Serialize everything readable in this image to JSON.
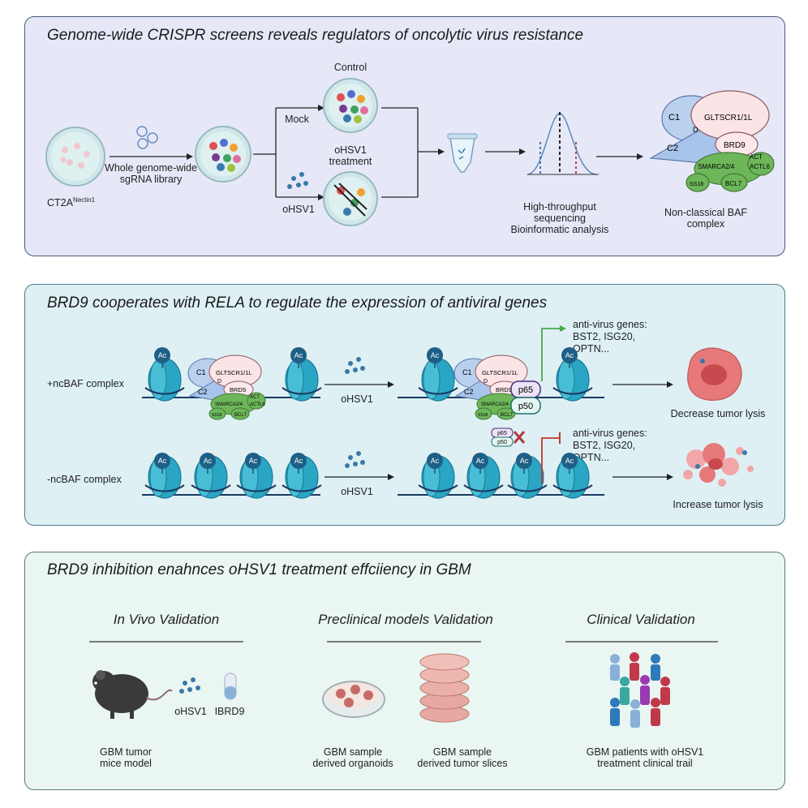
{
  "panel1": {
    "title": "Genome-wide CRISPR screens reveals regulators of  oncolytic virus resistance",
    "cell_line": "CT2A",
    "cell_line_sup": "Nectin1",
    "library_line1": "Whole genome-wide",
    "library_line2": "sgRNA library",
    "control": "Control",
    "mock": "Mock",
    "treatment_line1": "oHSV1",
    "treatment_line2": "treatment",
    "ohsv1": "oHSV1",
    "seq_line1": "High-throughput",
    "seq_line2": "sequencing",
    "seq_line3": "Bioinformatic analysis",
    "complex_line1": "Non-classical BAF",
    "complex_line2": "complex"
  },
  "complex_labels": {
    "c1": "C1",
    "c2": "C2",
    "d": "D",
    "gltscr": "GLTSCR1/1L",
    "brd9": "BRD9",
    "smarca": "SMARCA2/4",
    "act": "ACT",
    "actl6": "ACTL6",
    "ss18": "SS18",
    "bcl7": "BCL7"
  },
  "panel2": {
    "title": "BRD9 cooperates with RELA to regulate the expression of  antiviral genes",
    "plus_complex": "+ncBAF complex",
    "minus_complex": "-ncBAF complex",
    "ohsv1": "oHSV1",
    "ac": "Ac",
    "p65": "p65",
    "p50": "p50",
    "genes_line1": "anti-virus genes:",
    "genes_line2": "BST2, ISG20,",
    "genes_line3": "OPTN...",
    "decrease": "Decrease tumor lysis",
    "increase": "Increase tumor lysis"
  },
  "panel3": {
    "title": "BRD9 inhibition enahnces oHSV1 treatment effciiency in GBM",
    "col1_title": "In Vivo Validation",
    "col2_title": "Preclinical models Validation",
    "col3_title": "Clinical Validation",
    "ohsv1": "oHSV1",
    "ibrd9": "IBRD9",
    "mice_line1": "GBM tumor",
    "mice_line2": "mice model",
    "org_line1": "GBM sample",
    "org_line2": "derived organoids",
    "slice_line1": "GBM sample",
    "slice_line2": "derived tumor slices",
    "patients_line1": "GBM patients with oHSV1",
    "patients_line2": "treatment clinical trail"
  },
  "colors": {
    "nucleosome": "#2aa6c4",
    "ac_badge": "#1f5f86",
    "gltscr": "#fbe4e6",
    "c_blue": "#a9c4ea",
    "green": "#6db65a",
    "activation": "#4aa84a",
    "repression": "#c0392b",
    "tumor": "#e8797a"
  }
}
